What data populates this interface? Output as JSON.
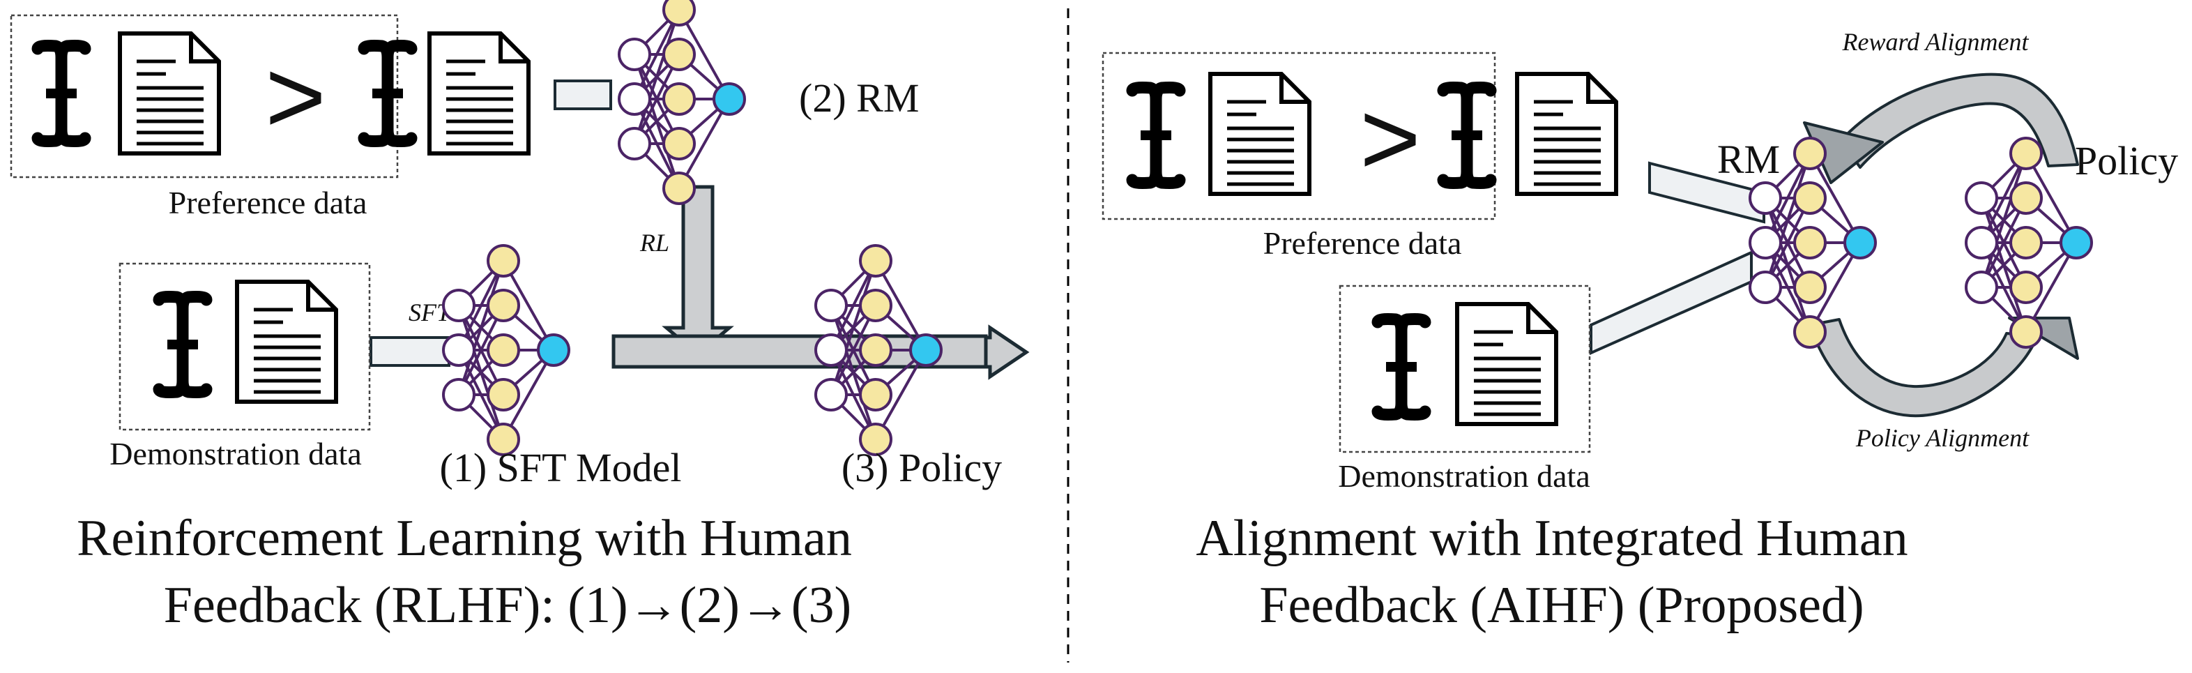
{
  "left": {
    "preference_label": "Preference data",
    "demonstration_label": "Demonstration data",
    "gt_symbol": ">",
    "rm_label": "(2) RM",
    "sft_model_label": "(1) SFT Model",
    "policy_label": "(3) Policy",
    "rl_arrow_label": "RL",
    "sft_arrow_label": "SFT",
    "title_line1": "Reinforcement Learning with Human",
    "title_line2": "Feedback (RLHF): (1)→(2)→(3)"
  },
  "right": {
    "preference_label": "Preference data",
    "demonstration_label": "Demonstration data",
    "gt_symbol": ">",
    "rm_label": "RM",
    "policy_label": "Policy",
    "reward_alignment_label": "Reward Alignment",
    "policy_alignment_label": "Policy Alignment",
    "title_line1": "Alignment with Integrated Human",
    "title_line2": "Feedback (AIHF) (Proposed)"
  },
  "colors": {
    "node_input": "#ffffff",
    "node_hidden": "#f6e7a2",
    "node_output": "#33c7f0",
    "node_stroke": "#4b2466",
    "arrow_fill": "#cdcfd1",
    "arrow_stroke": "#1c2b33",
    "line_fill": "#eef1f3"
  },
  "icons": [
    "text-cursor-icon",
    "document-icon",
    "neural-network-icon"
  ]
}
